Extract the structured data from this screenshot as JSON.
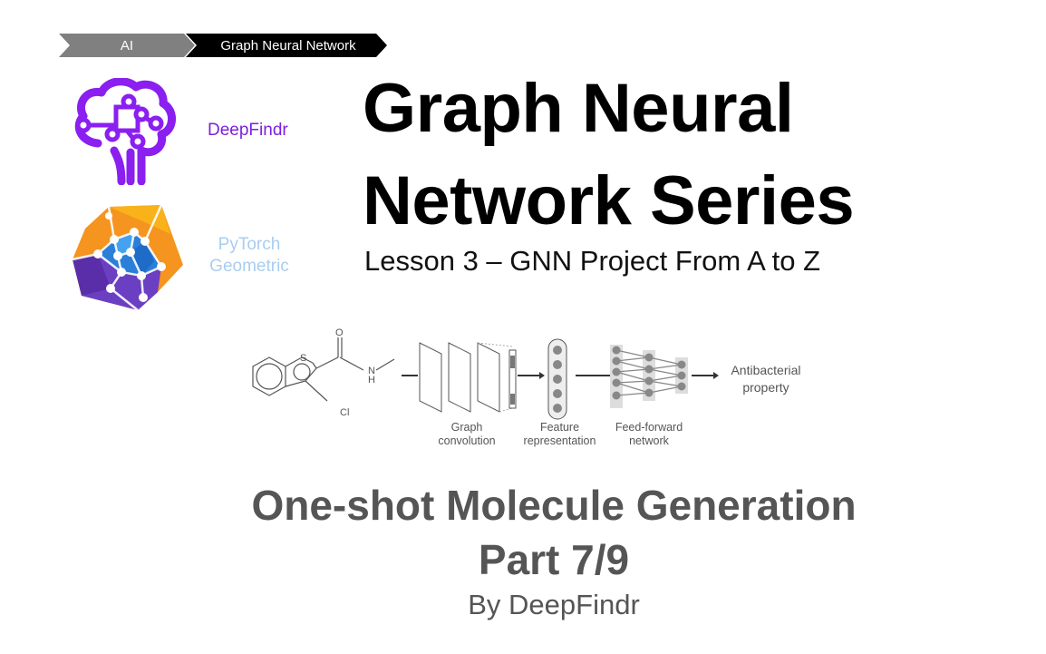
{
  "breadcrumb": {
    "items": [
      {
        "label": "AI",
        "color": "#808080"
      },
      {
        "label": "Graph Neural Network",
        "color": "#000000"
      }
    ]
  },
  "logos": {
    "deepfindr": {
      "label": "DeepFindr",
      "color": "#7b1fe0"
    },
    "pyg": {
      "label_line1": "PyTorch",
      "label_line2": "Geometric",
      "color": "#a9cdf0"
    }
  },
  "header": {
    "title_line1": "Graph Neural",
    "title_line2": "Network Series",
    "subtitle": "Lesson 3 – GNN Project From A to Z"
  },
  "diagram": {
    "molecule_atoms": {
      "oxygen": "O",
      "sulfur": "S",
      "nitrogen": "N",
      "hydrogen": "H",
      "chlorine": "Cl"
    },
    "stages": [
      {
        "line1": "Graph",
        "line2": "convolution"
      },
      {
        "line1": "Feature",
        "line2": "representation"
      },
      {
        "line1": "Feed-forward",
        "line2": "network"
      }
    ],
    "output": {
      "line1": "Antibacterial",
      "line2": "property"
    }
  },
  "episode": {
    "title": "One-shot Molecule Generation",
    "part": "Part 7/9",
    "author": "By DeepFindr"
  }
}
